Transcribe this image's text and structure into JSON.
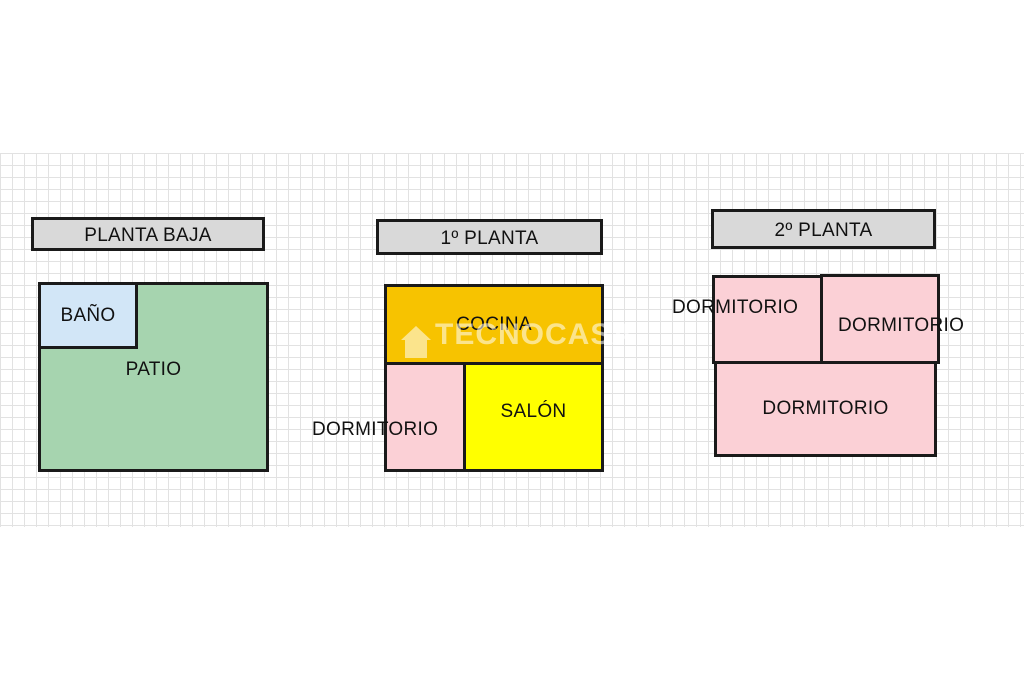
{
  "floors": [
    {
      "title": "PLANTA BAJA",
      "rooms": [
        {
          "label": "PATIO",
          "color": "#a6d4af"
        },
        {
          "label": "BAÑO",
          "color": "#d2e6f7"
        }
      ]
    },
    {
      "title": "1º PLANTA",
      "rooms": [
        {
          "label": "COCINA",
          "color": "#f7c300"
        },
        {
          "label": "DORMITORIO",
          "color": "#fbd0d6"
        },
        {
          "label": "SALÓN",
          "color": "#ffff00"
        }
      ]
    },
    {
      "title": "2º PLANTA",
      "rooms": [
        {
          "label": "DORMITORIO",
          "color": "#fbd0d6"
        },
        {
          "label": "DORMITORIO",
          "color": "#fbd0d6"
        },
        {
          "label": "DORMITORIO",
          "color": "#fbd0d6"
        }
      ]
    }
  ],
  "colors": {
    "title_fill": "#d9d9d9",
    "outline": "#1a1a1a",
    "grid_line": "#e2e2e2"
  },
  "watermark": {
    "text": "TECNOCASA",
    "icon": "house-icon"
  }
}
